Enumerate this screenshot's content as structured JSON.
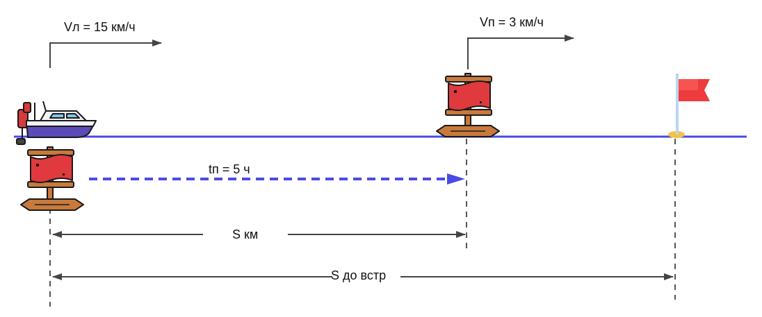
{
  "labels": {
    "boat_speed": "Vл = 15 км/ч",
    "raft_speed": "Vп = 3 км/ч",
    "raft_time": "tп = 5 ч",
    "distance_s": "S км",
    "distance_meet": "S до встр"
  },
  "colors": {
    "river": "#4a4ae6",
    "raft_path": "#4a4ae6",
    "dimension": "#444444",
    "dashed_guide": "#555555",
    "sail": "#e03a3e",
    "wood": "#c87a3c",
    "outline": "#1a1a1a",
    "boat_hull": "#5b4bb8",
    "boat_deck": "#f0f0f5",
    "motor": "#d63a3a",
    "flag": "#ee3b3b",
    "flag_pole": "#b9d6f2",
    "flag_base": "#f5c242"
  },
  "icons": {
    "boat": "motorboat-icon",
    "raft": "raft-icon",
    "flag": "flag-icon"
  }
}
